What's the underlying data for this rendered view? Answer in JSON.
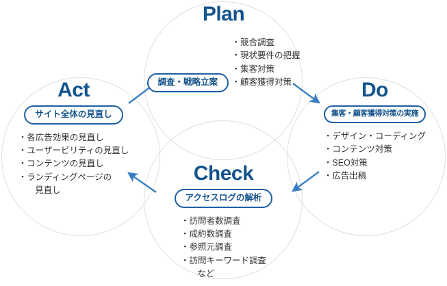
{
  "diagram": {
    "type": "pdca-cycle",
    "colors": {
      "heading": "#14548c",
      "pill_border": "#1d5fa2",
      "pill_text": "#14548c",
      "list_text": "#333333",
      "circle_outline": "#dededd",
      "arrow": "#3a7fc4",
      "background": "#ffffff"
    }
  },
  "nodes": {
    "plan": {
      "title": "Plan",
      "badge": "調査・戦略立案",
      "items": [
        "・競合調査",
        "・現状要件の把握",
        "・集客対策",
        "・顧客獲得対策"
      ]
    },
    "do": {
      "title": "Do",
      "badge": "集客・顧客獲得対策の実施",
      "items": [
        "・デザイン・コーディング",
        "・コンテンツ対策",
        "・SEO対策",
        "・広告出稿"
      ]
    },
    "check": {
      "title": "Check",
      "badge": "アクセスログの解析",
      "items": [
        "・訪問者数調査",
        "・成約数調査",
        "・参照元調査",
        "・訪問キーワード調査\n　など"
      ]
    },
    "act": {
      "title": "Act",
      "badge": "サイト全体の見直し",
      "items": [
        "・各広告効果の見直し",
        "・ユーザービリティの見直し",
        "・コンテンツの見直し",
        "・ランディングページの\n　見直し"
      ]
    }
  },
  "arrows": [
    {
      "name": "act-to-plan",
      "from": "act",
      "to": "plan",
      "direction": "up-right"
    },
    {
      "name": "plan-to-do",
      "from": "plan",
      "to": "do",
      "direction": "down-right"
    },
    {
      "name": "do-to-check",
      "from": "do",
      "to": "check",
      "direction": "down-left"
    },
    {
      "name": "check-to-act",
      "from": "check",
      "to": "act",
      "direction": "up-left"
    }
  ]
}
